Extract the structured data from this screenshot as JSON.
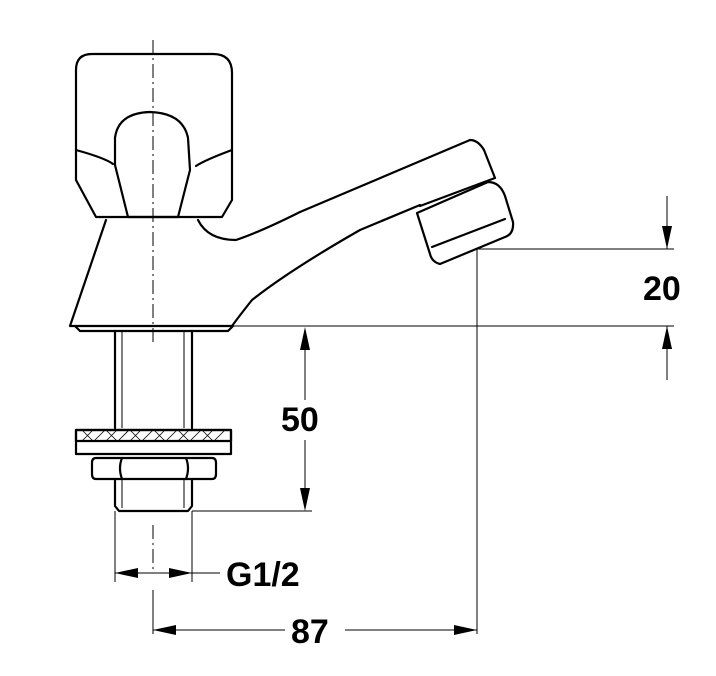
{
  "dimensions": {
    "height_spout": "20",
    "shank_length": "50",
    "thread": "G1/2",
    "projection": "87"
  }
}
